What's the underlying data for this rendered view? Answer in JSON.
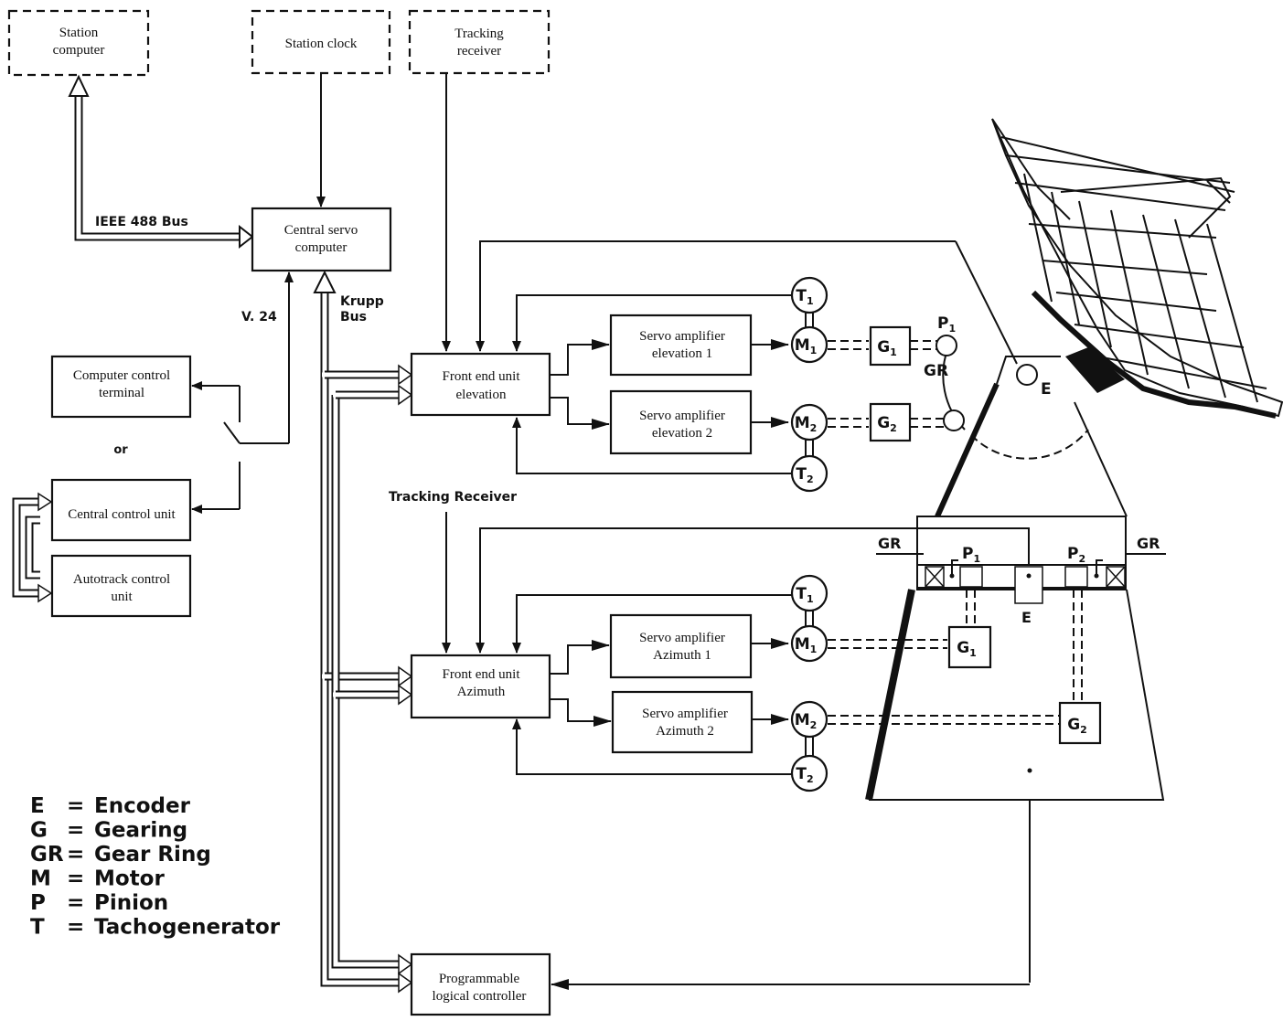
{
  "blocks": {
    "station_computer": [
      "Station",
      "computer"
    ],
    "station_clock": [
      "Station clock"
    ],
    "tracking_receiver": [
      "Tracking",
      "receiver"
    ],
    "central_servo": [
      "Central servo",
      "computer"
    ],
    "computer_terminal": [
      "Computer control",
      "terminal"
    ],
    "central_control": [
      "Central control unit"
    ],
    "autotrack": [
      "Autotrack control",
      "unit"
    ],
    "fe_elevation": [
      "Front end unit",
      "elevation"
    ],
    "fe_azimuth": [
      "Front end unit",
      "Azimuth"
    ],
    "sa_elev1": [
      "Servo amplifier",
      "elevation 1"
    ],
    "sa_elev2": [
      "Servo amplifier",
      "elevation 2"
    ],
    "sa_az1": [
      "Servo amplifier",
      "Azimuth 1"
    ],
    "sa_az2": [
      "Servo amplifier",
      "Azimuth 2"
    ],
    "plc": [
      "Programmable",
      "logical controller"
    ]
  },
  "labels": {
    "ieee_bus": "IEEE 488 Bus",
    "v24": "V. 24",
    "krupp_bus": [
      "Krupp",
      "Bus"
    ],
    "or": "or",
    "tracking_receiver_az": "Tracking Receiver"
  },
  "components": {
    "t1": [
      "T",
      "1"
    ],
    "t2": [
      "T",
      "2"
    ],
    "m1": [
      "M",
      "1"
    ],
    "m2": [
      "M",
      "2"
    ],
    "g1": [
      "G",
      "1"
    ],
    "g2": [
      "G",
      "2"
    ],
    "p1": [
      "P",
      "1"
    ],
    "p2": [
      "P",
      "2"
    ],
    "gr": "GR",
    "e": "E"
  },
  "legend": [
    {
      "abbr": "E",
      "meaning": "Encoder"
    },
    {
      "abbr": "G",
      "meaning": "Gearing"
    },
    {
      "abbr": "GR",
      "meaning": "Gear Ring"
    },
    {
      "abbr": "M",
      "meaning": "Motor"
    },
    {
      "abbr": "P",
      "meaning": "Pinion"
    },
    {
      "abbr": "T",
      "meaning": "Tachogenerator"
    }
  ],
  "legend_separator": "="
}
